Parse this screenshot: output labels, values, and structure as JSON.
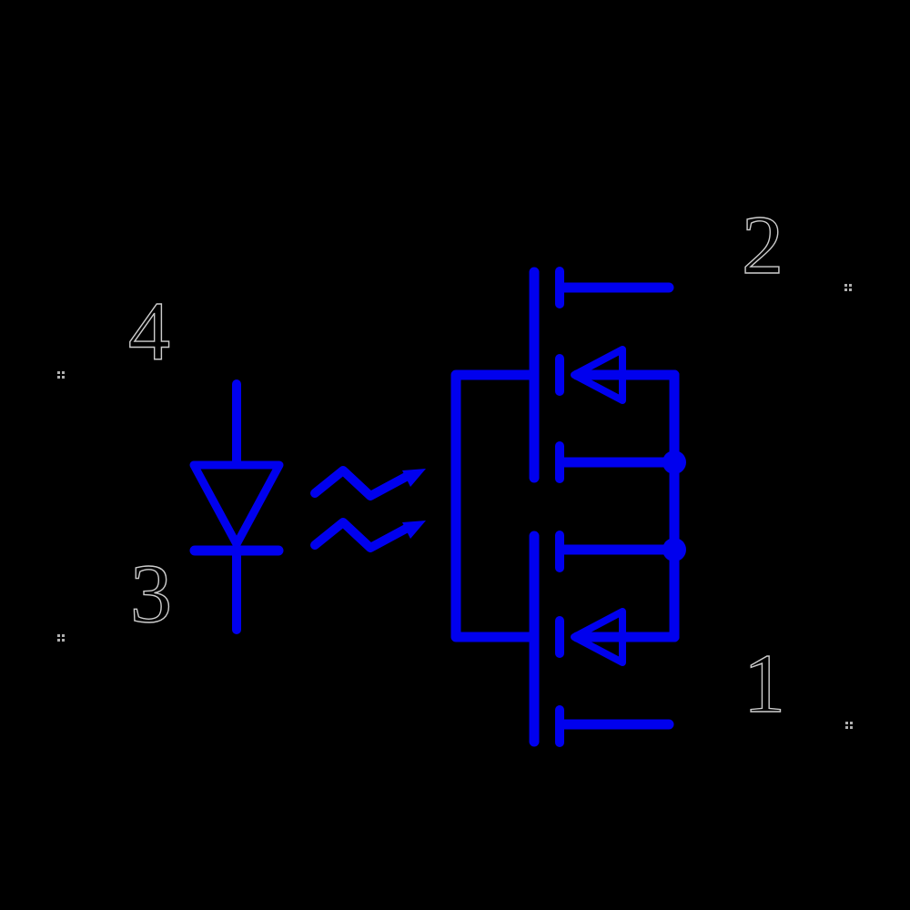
{
  "figure_type": "circuit-schematic",
  "description": "Optocoupler / PhotoMOS solid-state relay symbol: input LED coupled by light arrows to two source-connected MOSFETs",
  "colors": {
    "background": "#000000",
    "schematic": "#0000ee",
    "label_fill": "#000000",
    "label_outline": "#cccccc",
    "fiducial": "#b0b0b0"
  },
  "pins": {
    "anode": {
      "label": "4",
      "side": "input-top"
    },
    "cathode": {
      "label": "3",
      "side": "input-bottom"
    },
    "drain_top": {
      "label": "2",
      "side": "output-top"
    },
    "drain_bottom": {
      "label": "1",
      "side": "output-bottom"
    }
  },
  "elements": {
    "led": "light-emitting-diode, anode top, cathode bar bottom",
    "coupling": "two zigzag light arrows pointing right toward gate bracket",
    "bracket": "gate coupling bracket joining both MOSFET gates",
    "mosfet_top": "MOSFET with drain lead to pin 2, body arrow pointing into channel, source to common bus",
    "mosfet_bottom": "mirrored MOSFET with drain lead to pin 1, body arrow pointing into channel, source to common bus",
    "junction_dots": 2,
    "fiducial_marks": 4
  }
}
